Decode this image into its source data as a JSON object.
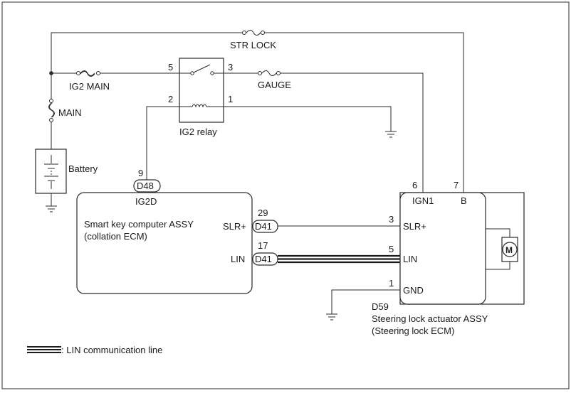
{
  "fuses": {
    "str_lock": "STR LOCK",
    "ig2_main": "IG2 MAIN",
    "main": "MAIN",
    "gauge": "GAUGE"
  },
  "battery": {
    "label": "Battery"
  },
  "relay": {
    "name": "IG2 relay",
    "pins": {
      "p5": "5",
      "p3": "3",
      "p2": "2",
      "p1": "1"
    }
  },
  "smart_key": {
    "line1": "Smart key computer ASSY",
    "line2": "(collation ECM)",
    "connector_ig": {
      "pin": "9",
      "code": "D48",
      "signal": "IG2D"
    },
    "connector_slr": {
      "pin": "29",
      "code": "D41",
      "signal": "SLR+"
    },
    "connector_lin": {
      "pin": "17",
      "code": "D41",
      "signal": "LIN"
    }
  },
  "steering_lock": {
    "connector": "D59",
    "line1": "Steering lock actuator ASSY",
    "line2": "(Steering lock ECM)",
    "pins": {
      "ign1": {
        "pin": "6",
        "label": "IGN1"
      },
      "b": {
        "pin": "7",
        "label": "B"
      },
      "slr": {
        "pin": "3",
        "label": "SLR+"
      },
      "lin": {
        "pin": "5",
        "label": "LIN"
      },
      "gnd": {
        "pin": "1",
        "label": "GND"
      }
    },
    "motor": "M"
  },
  "legend": {
    "text": ": LIN communication line"
  }
}
